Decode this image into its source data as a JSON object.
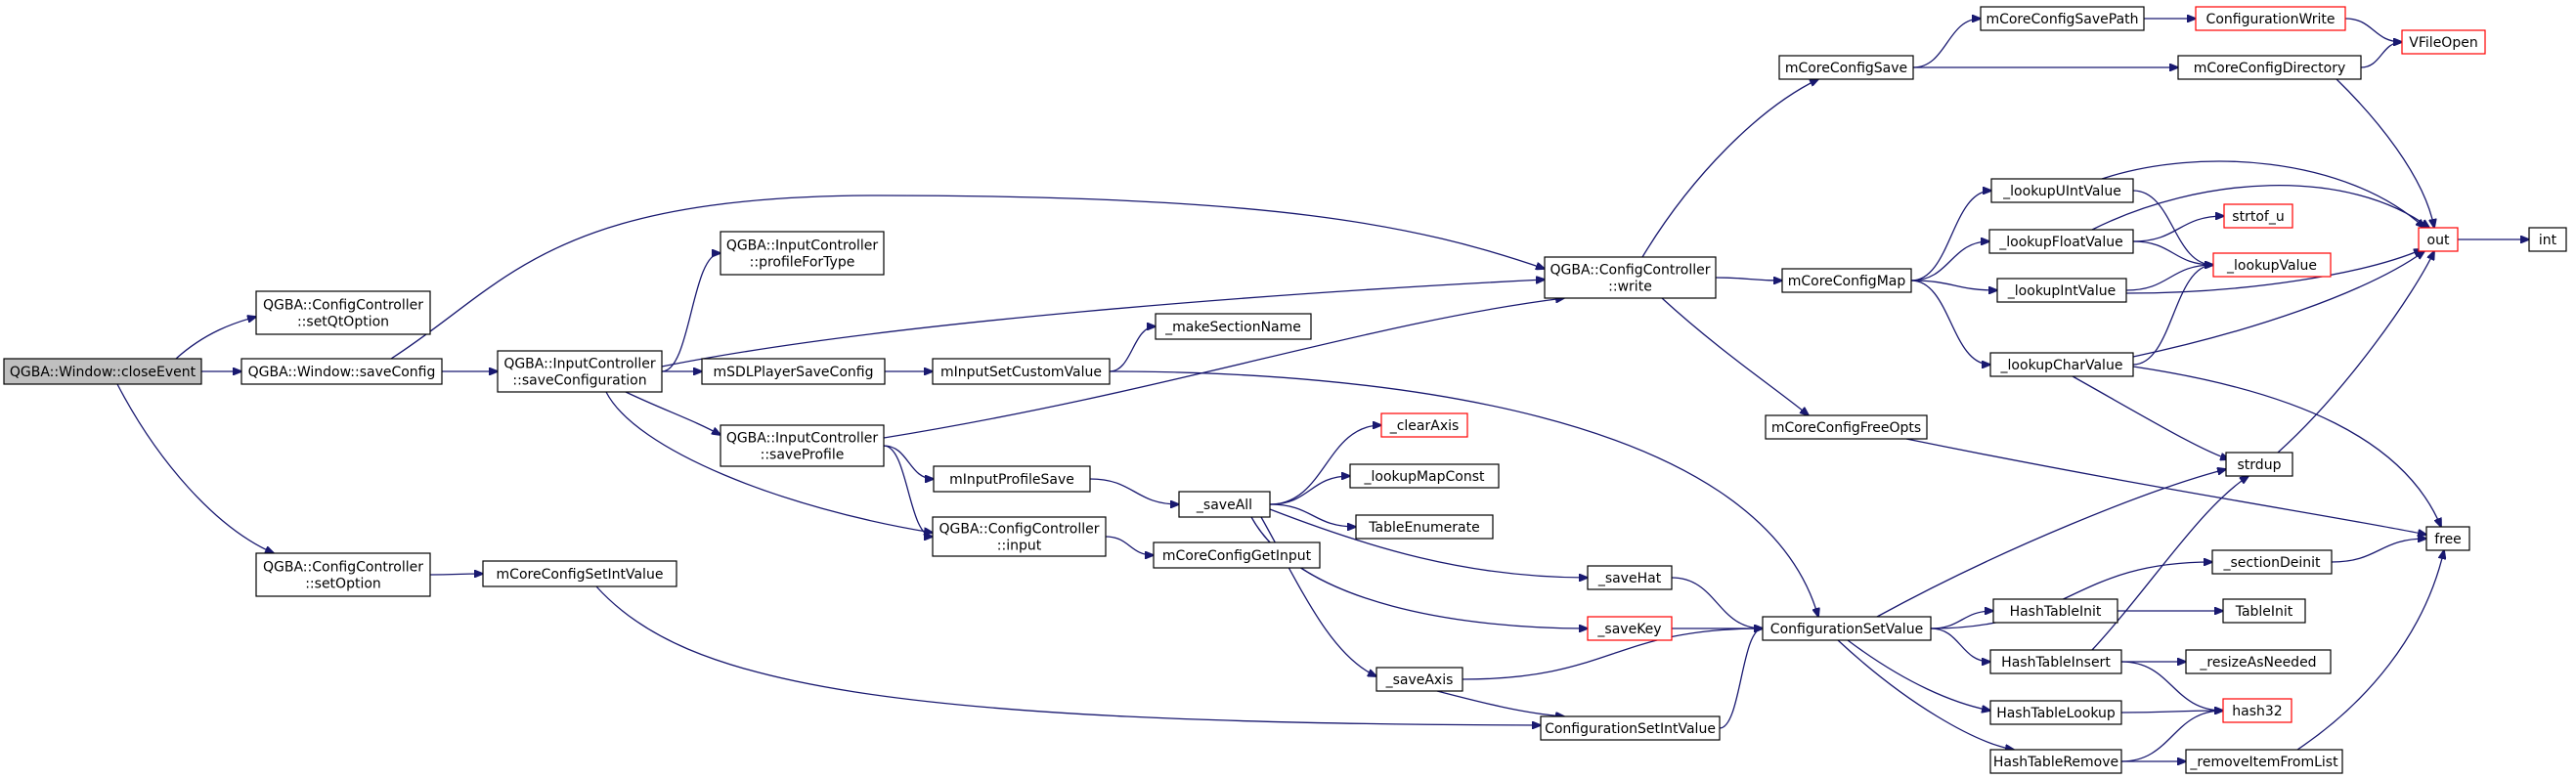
{
  "colors": {
    "edge": "#191970",
    "node_border": "#000000",
    "node_border_truncated": "#ff0000",
    "node_fill": "#ffffff",
    "focus_fill": "#bfbfbf",
    "text": "#000000"
  },
  "nodes": [
    {
      "id": "closeEvent",
      "lines": [
        "QGBA::Window::closeEvent"
      ],
      "style": "focus"
    },
    {
      "id": "setQtOption",
      "lines": [
        "QGBA::ConfigController",
        "::setQtOption"
      ],
      "style": "normal"
    },
    {
      "id": "saveConfig",
      "lines": [
        "QGBA::Window::saveConfig"
      ],
      "style": "normal"
    },
    {
      "id": "setOption",
      "lines": [
        "QGBA::ConfigController",
        "::setOption"
      ],
      "style": "normal"
    },
    {
      "id": "saveConfiguration",
      "lines": [
        "QGBA::InputController",
        "::saveConfiguration"
      ],
      "style": "normal"
    },
    {
      "id": "mCoreConfigSetIntValue",
      "lines": [
        "mCoreConfigSetIntValue"
      ],
      "style": "normal"
    },
    {
      "id": "profileForType",
      "lines": [
        "QGBA::InputController",
        "::profileForType"
      ],
      "style": "normal"
    },
    {
      "id": "mSDLPlayerSaveConfig",
      "lines": [
        "mSDLPlayerSaveConfig"
      ],
      "style": "normal"
    },
    {
      "id": "saveProfile",
      "lines": [
        "QGBA::InputController",
        "::saveProfile"
      ],
      "style": "normal"
    },
    {
      "id": "ccWrite",
      "lines": [
        "QGBA::ConfigController",
        "::write"
      ],
      "style": "normal"
    },
    {
      "id": "mInputSetCustomValue",
      "lines": [
        "mInputSetCustomValue"
      ],
      "style": "normal"
    },
    {
      "id": "mInputProfileSave",
      "lines": [
        "mInputProfileSave"
      ],
      "style": "normal"
    },
    {
      "id": "ccInput",
      "lines": [
        "QGBA::ConfigController",
        "::input"
      ],
      "style": "normal"
    },
    {
      "id": "makeSectionName",
      "lines": [
        "_makeSectionName"
      ],
      "style": "normal"
    },
    {
      "id": "saveAll",
      "lines": [
        "_saveAll"
      ],
      "style": "normal"
    },
    {
      "id": "mCoreConfigGetInput",
      "lines": [
        "mCoreConfigGetInput"
      ],
      "style": "normal"
    },
    {
      "id": "clearAxis",
      "lines": [
        "_clearAxis"
      ],
      "style": "truncated"
    },
    {
      "id": "lookupMapConst",
      "lines": [
        "_lookupMapConst"
      ],
      "style": "normal"
    },
    {
      "id": "TableEnumerate",
      "lines": [
        "TableEnumerate"
      ],
      "style": "normal"
    },
    {
      "id": "saveHat",
      "lines": [
        "_saveHat"
      ],
      "style": "normal"
    },
    {
      "id": "saveKey",
      "lines": [
        "_saveKey"
      ],
      "style": "truncated"
    },
    {
      "id": "saveAxis",
      "lines": [
        "_saveAxis"
      ],
      "style": "normal"
    },
    {
      "id": "ConfigurationSetIntValue",
      "lines": [
        "ConfigurationSetIntValue"
      ],
      "style": "normal"
    },
    {
      "id": "ConfigurationSetValue",
      "lines": [
        "ConfigurationSetValue"
      ],
      "style": "normal"
    },
    {
      "id": "mCoreConfigSave",
      "lines": [
        "mCoreConfigSave"
      ],
      "style": "normal"
    },
    {
      "id": "mCoreConfigMap",
      "lines": [
        "mCoreConfigMap"
      ],
      "style": "normal"
    },
    {
      "id": "mCoreConfigFreeOpts",
      "lines": [
        "mCoreConfigFreeOpts"
      ],
      "style": "normal"
    },
    {
      "id": "mCoreConfigSavePath",
      "lines": [
        "mCoreConfigSavePath"
      ],
      "style": "normal"
    },
    {
      "id": "mCoreConfigDirectory",
      "lines": [
        "mCoreConfigDirectory"
      ],
      "style": "normal"
    },
    {
      "id": "ConfigurationWrite",
      "lines": [
        "ConfigurationWrite"
      ],
      "style": "truncated"
    },
    {
      "id": "VFileOpen",
      "lines": [
        "VFileOpen"
      ],
      "style": "truncated"
    },
    {
      "id": "lookupUIntValue",
      "lines": [
        "_lookupUIntValue"
      ],
      "style": "normal"
    },
    {
      "id": "lookupFloatValue",
      "lines": [
        "_lookupFloatValue"
      ],
      "style": "normal"
    },
    {
      "id": "lookupIntValue",
      "lines": [
        "_lookupIntValue"
      ],
      "style": "normal"
    },
    {
      "id": "lookupCharValue",
      "lines": [
        "_lookupCharValue"
      ],
      "style": "normal"
    },
    {
      "id": "strtof_u",
      "lines": [
        "strtof_u"
      ],
      "style": "truncated"
    },
    {
      "id": "lookupValue",
      "lines": [
        "_lookupValue"
      ],
      "style": "truncated"
    },
    {
      "id": "out",
      "lines": [
        "out"
      ],
      "style": "truncated"
    },
    {
      "id": "int",
      "lines": [
        "int"
      ],
      "style": "normal"
    },
    {
      "id": "strdup",
      "lines": [
        "strdup"
      ],
      "style": "normal"
    },
    {
      "id": "free",
      "lines": [
        "free"
      ],
      "style": "normal"
    },
    {
      "id": "sectionDeinit",
      "lines": [
        "_sectionDeinit"
      ],
      "style": "normal"
    },
    {
      "id": "HashTableInit",
      "lines": [
        "HashTableInit"
      ],
      "style": "normal"
    },
    {
      "id": "TableInit",
      "lines": [
        "TableInit"
      ],
      "style": "normal"
    },
    {
      "id": "HashTableInsert",
      "lines": [
        "HashTableInsert"
      ],
      "style": "normal"
    },
    {
      "id": "resizeAsNeeded",
      "lines": [
        "_resizeAsNeeded"
      ],
      "style": "normal"
    },
    {
      "id": "HashTableLookup",
      "lines": [
        "HashTableLookup"
      ],
      "style": "normal"
    },
    {
      "id": "hash32",
      "lines": [
        "hash32"
      ],
      "style": "truncated"
    },
    {
      "id": "HashTableRemove",
      "lines": [
        "HashTableRemove"
      ],
      "style": "normal"
    },
    {
      "id": "removeItemFromList",
      "lines": [
        "_removeItemFromList"
      ],
      "style": "normal"
    }
  ],
  "edges": [
    [
      "closeEvent",
      "setQtOption"
    ],
    [
      "closeEvent",
      "saveConfig"
    ],
    [
      "closeEvent",
      "setOption"
    ],
    [
      "saveConfig",
      "saveConfiguration"
    ],
    [
      "saveConfig",
      "ccWrite"
    ],
    [
      "setOption",
      "mCoreConfigSetIntValue"
    ],
    [
      "saveConfiguration",
      "profileForType"
    ],
    [
      "saveConfiguration",
      "ccWrite"
    ],
    [
      "saveConfiguration",
      "mSDLPlayerSaveConfig"
    ],
    [
      "saveConfiguration",
      "saveProfile"
    ],
    [
      "saveConfiguration",
      "ccInput"
    ],
    [
      "mSDLPlayerSaveConfig",
      "mInputSetCustomValue"
    ],
    [
      "mInputSetCustomValue",
      "makeSectionName"
    ],
    [
      "mInputSetCustomValue",
      "ConfigurationSetValue"
    ],
    [
      "saveProfile",
      "ccWrite"
    ],
    [
      "saveProfile",
      "mInputProfileSave"
    ],
    [
      "saveProfile",
      "ccInput"
    ],
    [
      "mInputProfileSave",
      "saveAll"
    ],
    [
      "ccInput",
      "mCoreConfigGetInput"
    ],
    [
      "mCoreConfigSetIntValue",
      "ConfigurationSetIntValue"
    ],
    [
      "saveAll",
      "clearAxis"
    ],
    [
      "saveAll",
      "lookupMapConst"
    ],
    [
      "saveAll",
      "TableEnumerate"
    ],
    [
      "saveAll",
      "saveHat"
    ],
    [
      "saveAll",
      "saveKey"
    ],
    [
      "saveAll",
      "saveAxis"
    ],
    [
      "saveHat",
      "ConfigurationSetValue"
    ],
    [
      "saveKey",
      "ConfigurationSetValue"
    ],
    [
      "saveAxis",
      "ConfigurationSetValue"
    ],
    [
      "saveAxis",
      "ConfigurationSetIntValue"
    ],
    [
      "ConfigurationSetIntValue",
      "ConfigurationSetValue"
    ],
    [
      "ccWrite",
      "mCoreConfigSave"
    ],
    [
      "ccWrite",
      "mCoreConfigMap"
    ],
    [
      "ccWrite",
      "mCoreConfigFreeOpts"
    ],
    [
      "mCoreConfigSave",
      "mCoreConfigSavePath"
    ],
    [
      "mCoreConfigSave",
      "mCoreConfigDirectory"
    ],
    [
      "mCoreConfigSavePath",
      "ConfigurationWrite"
    ],
    [
      "ConfigurationWrite",
      "VFileOpen"
    ],
    [
      "mCoreConfigDirectory",
      "VFileOpen"
    ],
    [
      "mCoreConfigDirectory",
      "out"
    ],
    [
      "mCoreConfigMap",
      "lookupUIntValue"
    ],
    [
      "mCoreConfigMap",
      "lookupFloatValue"
    ],
    [
      "mCoreConfigMap",
      "lookupIntValue"
    ],
    [
      "mCoreConfigMap",
      "lookupCharValue"
    ],
    [
      "lookupUIntValue",
      "out"
    ],
    [
      "lookupUIntValue",
      "lookupValue"
    ],
    [
      "lookupFloatValue",
      "out"
    ],
    [
      "lookupFloatValue",
      "strtof_u"
    ],
    [
      "lookupFloatValue",
      "lookupValue"
    ],
    [
      "lookupIntValue",
      "lookupValue"
    ],
    [
      "lookupIntValue",
      "out"
    ],
    [
      "lookupCharValue",
      "lookupValue"
    ],
    [
      "lookupCharValue",
      "out"
    ],
    [
      "lookupCharValue",
      "strdup"
    ],
    [
      "lookupCharValue",
      "free"
    ],
    [
      "out",
      "int"
    ],
    [
      "mCoreConfigFreeOpts",
      "free"
    ],
    [
      "ConfigurationSetValue",
      "strdup"
    ],
    [
      "ConfigurationSetValue",
      "sectionDeinit"
    ],
    [
      "ConfigurationSetValue",
      "HashTableInit"
    ],
    [
      "ConfigurationSetValue",
      "HashTableInsert"
    ],
    [
      "ConfigurationSetValue",
      "HashTableLookup"
    ],
    [
      "ConfigurationSetValue",
      "HashTableRemove"
    ],
    [
      "strdup",
      "out"
    ],
    [
      "sectionDeinit",
      "free"
    ],
    [
      "HashTableInit",
      "TableInit"
    ],
    [
      "HashTableInsert",
      "strdup"
    ],
    [
      "HashTableInsert",
      "resizeAsNeeded"
    ],
    [
      "HashTableInsert",
      "hash32"
    ],
    [
      "HashTableLookup",
      "hash32"
    ],
    [
      "HashTableRemove",
      "hash32"
    ],
    [
      "HashTableRemove",
      "removeItemFromList"
    ],
    [
      "removeItemFromList",
      "free"
    ]
  ]
}
